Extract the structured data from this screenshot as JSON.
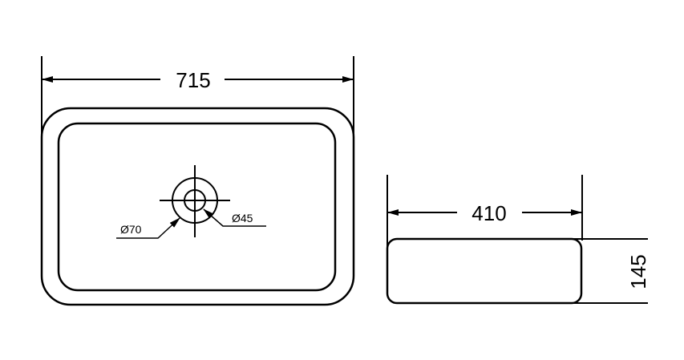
{
  "top_view": {
    "width_label": "715",
    "outer_diameter_label": "Ø70",
    "inner_diameter_label": "Ø45"
  },
  "side_view": {
    "width_label": "410",
    "height_label": "145"
  },
  "colors": {
    "line": "#000000",
    "background": "#ffffff"
  }
}
